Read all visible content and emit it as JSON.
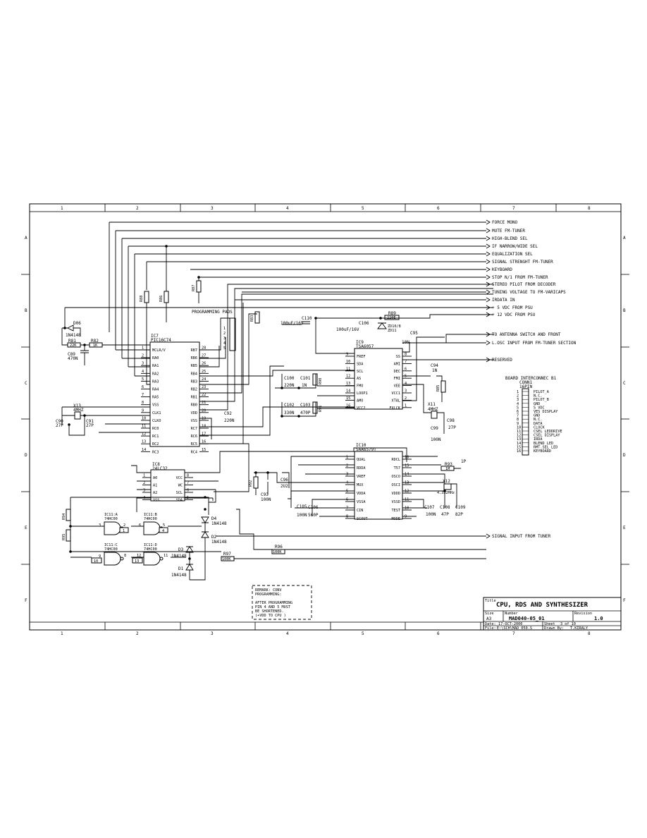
{
  "grid": {
    "columns": [
      "1",
      "2",
      "3",
      "4",
      "5",
      "6",
      "7",
      "8"
    ],
    "rows": [
      "A",
      "B",
      "C",
      "D",
      "E",
      "F"
    ]
  },
  "signals": [
    "FORCE MONO",
    "MUTE FM-TUNER",
    "HIGH-BLEND SEL",
    "IF NARROW/WIDE SEL",
    "EQUALIZATION SEL",
    "SIGNAL STRENGHT FM-TUNER",
    "KEYBOARD",
    "STOP N/1 FROM FM-TUNER",
    "STEREO PILOT FROM DECODER",
    "TUNING VOLTAGE TO FM-VARICAPS",
    "IRDATA IN",
    "+ 5 VDC FROM PSU",
    "+ 12 VDC FROM PSU",
    "TO ANTENNA SWITCH AND FRONT",
    "L.OSC INPUT FROM FM-TUNER SECTION",
    "RESERVED",
    "SIGNAL INPUT FROM TUNER"
  ],
  "ic7": {
    "ref": "IC7",
    "part": "PIC16C74",
    "left_pins": [
      {
        "num": "1",
        "name": "MCLR/V"
      },
      {
        "num": "2",
        "name": "RA0"
      },
      {
        "num": "3",
        "name": "RA1"
      },
      {
        "num": "4",
        "name": "RA2"
      },
      {
        "num": "5",
        "name": "RA3"
      },
      {
        "num": "6",
        "name": "RA4"
      },
      {
        "num": "7",
        "name": "RA5"
      },
      {
        "num": "8",
        "name": "VSS"
      },
      {
        "num": "9",
        "name": "CLK1"
      },
      {
        "num": "10",
        "name": "CLKO"
      },
      {
        "num": "11",
        "name": "RC0"
      },
      {
        "num": "12",
        "name": "RC1"
      },
      {
        "num": "13",
        "name": "RC2"
      },
      {
        "num": "14",
        "name": "RC3"
      }
    ],
    "right_pins": [
      {
        "num": "28",
        "name": "RB7"
      },
      {
        "num": "27",
        "name": "RB6"
      },
      {
        "num": "26",
        "name": "RB5"
      },
      {
        "num": "25",
        "name": "RB4"
      },
      {
        "num": "24",
        "name": "RB3"
      },
      {
        "num": "23",
        "name": "RB2"
      },
      {
        "num": "22",
        "name": "RB1"
      },
      {
        "num": "21",
        "name": "RB0"
      },
      {
        "num": "20",
        "name": "VDD"
      },
      {
        "num": "19",
        "name": "VSS"
      },
      {
        "num": "18",
        "name": "RC7"
      },
      {
        "num": "17",
        "name": "RC6"
      },
      {
        "num": "16",
        "name": "RC5"
      },
      {
        "num": "15",
        "name": "RC4"
      }
    ]
  },
  "ic9": {
    "ref": "IC9",
    "part": "TSA6057",
    "left_pins": [
      {
        "num": "9",
        "name": "FREF"
      },
      {
        "num": "10",
        "name": "SDA"
      },
      {
        "num": "11",
        "name": "SCL"
      },
      {
        "num": "12",
        "name": "AS"
      },
      {
        "num": "13",
        "name": "FMO"
      },
      {
        "num": "14",
        "name": "LOOP1"
      },
      {
        "num": "15",
        "name": "AMO"
      },
      {
        "num": "16",
        "name": "VCC2"
      }
    ],
    "right_pins": [
      {
        "num": "8",
        "name": "SS"
      },
      {
        "num": "7",
        "name": "AMI"
      },
      {
        "num": "6",
        "name": "DEC"
      },
      {
        "num": "5",
        "name": "FMI"
      },
      {
        "num": "4",
        "name": "VEE"
      },
      {
        "num": "3",
        "name": "VCC1"
      },
      {
        "num": "2",
        "name": "XTAL"
      },
      {
        "num": "1",
        "name": "FXLCK"
      }
    ]
  },
  "ic10": {
    "ref": "IC10",
    "part": "SAA6579T",
    "left_pins": [
      {
        "num": "1",
        "name": "QUAL"
      },
      {
        "num": "2",
        "name": "RDDA"
      },
      {
        "num": "3",
        "name": "VREF"
      },
      {
        "num": "4",
        "name": "MUX"
      },
      {
        "num": "5",
        "name": "VDDA"
      },
      {
        "num": "6",
        "name": "VSSA"
      },
      {
        "num": "7",
        "name": "CIN"
      },
      {
        "num": "8",
        "name": "SCOUT"
      }
    ],
    "right_pins": [
      {
        "num": "16",
        "name": "RDCL"
      },
      {
        "num": "15",
        "name": "T57"
      },
      {
        "num": "14",
        "name": "OSCO"
      },
      {
        "num": "13",
        "name": "OSCI"
      },
      {
        "num": "12",
        "name": "VDDD"
      },
      {
        "num": "11",
        "name": "VSSD"
      },
      {
        "num": "10",
        "name": "TEST"
      },
      {
        "num": "9",
        "name": "MODE"
      }
    ]
  },
  "ic8": {
    "ref": "IC8",
    "part": "24LC32",
    "left_pins": [
      {
        "num": "1",
        "name": "A0"
      },
      {
        "num": "2",
        "name": "A1"
      },
      {
        "num": "3",
        "name": "A2"
      },
      {
        "num": "4",
        "name": "VSS"
      }
    ],
    "right_pins": [
      {
        "num": "8",
        "name": "VCC"
      },
      {
        "num": "7",
        "name": "WC"
      },
      {
        "num": "6",
        "name": "SCL"
      },
      {
        "num": "5",
        "name": "SDA"
      }
    ]
  },
  "gates": [
    {
      "ref": "IC11:A",
      "part": "74HC00"
    },
    {
      "ref": "IC11:B",
      "part": "74HC00"
    },
    {
      "ref": "IC11:C",
      "part": "74HC00"
    },
    {
      "ref": "IC11:D",
      "part": "74HC00"
    }
  ],
  "components": {
    "d6": {
      "ref": "D06",
      "value": "1N4148"
    },
    "r81": {
      "ref": "R81",
      "value": "22K"
    },
    "r82": {
      "ref": "R82",
      "value": "1K"
    },
    "c89": {
      "ref": "C89",
      "value": "470N"
    },
    "r88": "R88",
    "r86": "R86",
    "r87": "R87",
    "prog_pads": "PROGRAMMING PADS",
    "r83": "R83",
    "c110": {
      "ref": "C110",
      "value": "100uF/16V"
    },
    "c106": {
      "ref": "C106",
      "value": "100uF/16V"
    },
    "r89": {
      "ref": "R89",
      "value": "220E"
    },
    "zd": {
      "ref": "ZD10/8",
      "value": "ZD11"
    },
    "c95": {
      "ref": "C95",
      "value": "10N"
    },
    "c94": {
      "ref": "C94",
      "value": "1N"
    },
    "r85": "R85",
    "c100": {
      "ref": "C100",
      "value": "220N"
    },
    "c101": {
      "ref": "C101",
      "value": "1N"
    },
    "c102": {
      "ref": "C102",
      "value": "330N"
    },
    "c103": {
      "ref": "C103",
      "value": "470P"
    },
    "r90": "R90",
    "r91": "R91",
    "x13": {
      "ref": "X13",
      "value": "4MHZ"
    },
    "c90": {
      "ref": "C90",
      "value": "27P"
    },
    "c91": {
      "ref": "C91",
      "value": "27P"
    },
    "c92": {
      "ref": "C92",
      "value": "220N"
    },
    "x11": {
      "ref": "X11",
      "value": "4MHZ"
    },
    "c98": {
      "ref": "C98",
      "value": "27P"
    },
    "c99": {
      "ref": "C99",
      "value": "100N"
    },
    "r92": "R92",
    "c93": {
      "ref": "C93",
      "value": "100N"
    },
    "c96": {
      "ref": "C96",
      "value": "2U2"
    },
    "r93": {
      "ref": "R93",
      "value": "1M"
    },
    "x12": {
      "ref": "X12",
      "value": "4.332MHz"
    },
    "c105": {
      "ref": "C105",
      "value": "100N"
    },
    "c106b": {
      "ref": "C106",
      "value": "560P"
    },
    "c107": {
      "ref": "C107",
      "value": "100N"
    },
    "c108": {
      "ref": "C108",
      "value": "47P"
    },
    "c109": {
      "ref": "C109",
      "value": "82P"
    },
    "r94": "R94",
    "r95": "R95",
    "d4": {
      "ref": "D4",
      "value": "1N4148"
    },
    "d2": {
      "ref": "D2",
      "value": "1N4148"
    },
    "d3": {
      "ref": "D3",
      "value": "1N4148"
    },
    "d1": {
      "ref": "D1",
      "value": "1N4148"
    },
    "r96": {
      "ref": "R96",
      "value": "100K"
    },
    "r97": {
      "ref": "R97",
      "value": "100K"
    },
    "r_label_1p": "1P"
  },
  "board_connector": {
    "title": "BOARD INTERCONNEC B1",
    "ref": "CONN1",
    "type": "16PIN",
    "pins": [
      {
        "num": "1",
        "label": "PILOT_A"
      },
      {
        "num": "2",
        "label": "N.C."
      },
      {
        "num": "3",
        "label": "PILOT_B"
      },
      {
        "num": "4",
        "label": "GND"
      },
      {
        "num": "5",
        "label": "5 VDC"
      },
      {
        "num": "6",
        "label": "VES DISPLAY"
      },
      {
        "num": "7",
        "label": "GND"
      },
      {
        "num": "8",
        "label": "N.C."
      },
      {
        "num": "9",
        "label": "DATA"
      },
      {
        "num": "10",
        "label": "CLOCK"
      },
      {
        "num": "11",
        "label": "CSEL LEDDRIVE"
      },
      {
        "num": "12",
        "label": "CSEL DISPLAY"
      },
      {
        "num": "13",
        "label": "IRDA"
      },
      {
        "num": "14",
        "label": "BLEND LED"
      },
      {
        "num": "15",
        "label": "RMT.SEL LED"
      },
      {
        "num": "16",
        "label": "KEYBOARD"
      }
    ]
  },
  "remark": [
    "REMARK: CONV",
    "PROGRAMMING:",
    "",
    "AFTER PROGRAMMING",
    "PIN 4 AND 5 MUST",
    "BE SHORTENED.",
    "(+VDD TO CPU )"
  ],
  "title_block": {
    "title_label": "Title",
    "title": "CPU, RDS AND SYNTHESIZER",
    "size_label": "Size",
    "size": "A3",
    "number_label": "Number",
    "number": "MAD040-05_01",
    "revision_label": "Revision",
    "revision": "1.0",
    "date_label": "Date:",
    "date": "17-OCT-2000",
    "sheet_label": "Sheet",
    "sheet": "3 of 10",
    "file_label": "File:",
    "file": "E:\\SCH\\MAD_050.S",
    "drawn_label": "Drawn By:",
    "drawn": "T.KIRALY"
  }
}
